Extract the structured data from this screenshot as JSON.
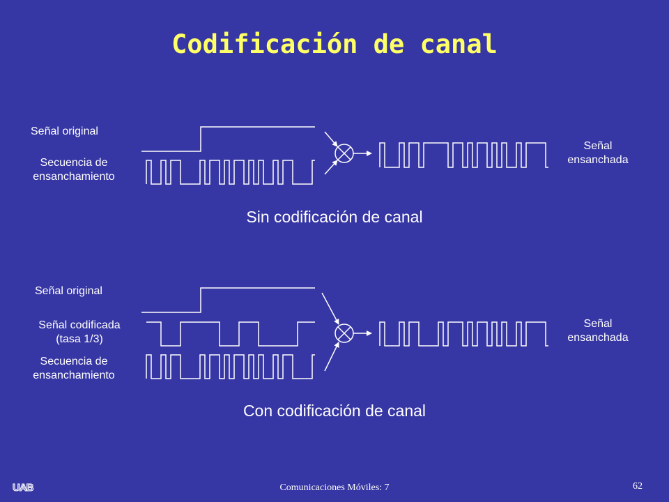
{
  "title": "Codificación de canal",
  "section1": {
    "label_original": "Señal original",
    "label_spreading_1": "Secuencia de",
    "label_spreading_2": "ensanchamiento",
    "label_output_1": "Señal",
    "label_output_2": "ensanchada",
    "caption": "Sin codificación de canal"
  },
  "section2": {
    "label_original": "Señal original",
    "label_coded_1": "Señal codificada",
    "label_coded_2": "(tasa 1/3)",
    "label_spreading_1": "Secuencia de",
    "label_spreading_2": "ensanchamiento",
    "label_output_1": "Señal",
    "label_output_2": "ensanchada",
    "caption": "Con codificación de canal"
  },
  "footer": {
    "text": "Comunicaciones Móviles: 7",
    "page_number": "62",
    "logo": "UAB"
  }
}
